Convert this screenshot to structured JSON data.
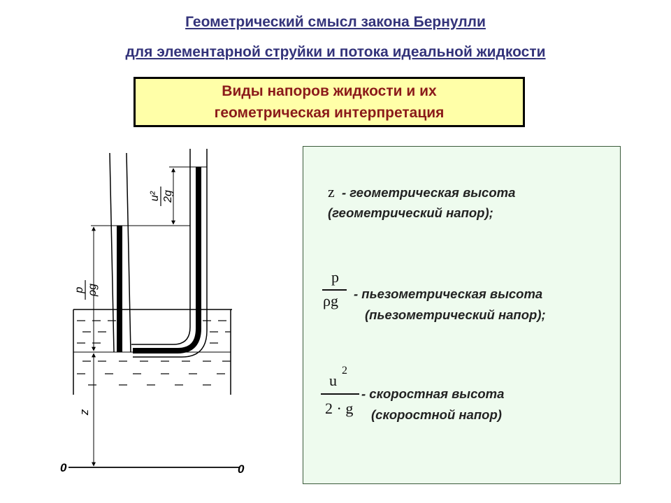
{
  "header": {
    "line1": "Геометрический смысл закона Бернулли",
    "line2": "для элементарной струйки и потока идеальной жидкости"
  },
  "subtitle": {
    "line1": "Виды напоров жидкости и их",
    "line2": "геометрическая интерпретация"
  },
  "diagram": {
    "label_z": "z",
    "label_p": "p",
    "label_rho_g": "ρg",
    "label_u2": "u²",
    "label_2g": "2g",
    "datum_left": "0",
    "datum_right": "0"
  },
  "legend": {
    "z_symbol": "z",
    "z_desc1": "- геометрическая высота",
    "z_desc2": "(геометрический напор);",
    "p_num": "p",
    "p_den": "ρg",
    "p_desc1": "- пьезометрическая высота",
    "p_desc2": "(пьезометрический напор);",
    "v_num": "u",
    "v_exp": "2",
    "v_den": "2 · g",
    "v_desc1": "- скоростная высота",
    "v_desc2": "(скоростной напор)"
  },
  "colors": {
    "title": "#33337a",
    "subtitle_text": "#8b1a1a",
    "subtitle_bg": "#ffffa8",
    "legend_bg": "#eefbee"
  }
}
